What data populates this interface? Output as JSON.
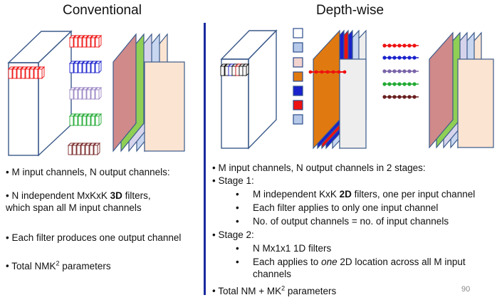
{
  "left": {
    "title": "Conventional",
    "bullets": [
      {
        "text": "M input channels, N output channels:"
      },
      {
        "line1_pre": "N independent MxKxK ",
        "line1_bold": "3D",
        "line1_post": " filters,",
        "line2": "which span all M input channels"
      },
      {
        "text": "Each filter produces one output channel"
      },
      {
        "pre": "Total  NMK",
        "sup": "2",
        "post": " parameters"
      }
    ]
  },
  "right": {
    "title": "Depth-wise",
    "bullet1": "M input channels, N output channels in 2 stages:",
    "stage1": {
      "label": "Stage 1:",
      "items": [
        {
          "pre": "M  independent KxK ",
          "bold": "2D",
          "post": " filters, one per input channel"
        },
        {
          "text": "Each filter applies to only one input channel"
        },
        {
          "text": "No. of output channels = no. of input channels"
        }
      ]
    },
    "stage2": {
      "label": "Stage 2:",
      "items": [
        {
          "text": "N   Mx1x1  1D filters"
        },
        {
          "pre": "Each applies to ",
          "em": "one",
          "post": " 2D location across all M input",
          "line2": "channels"
        }
      ]
    },
    "total": {
      "pre": "Total  NM +  MK",
      "sup": "2",
      "post": " parameters"
    }
  },
  "page_number": "90",
  "bullet_glyph": "•",
  "colors": {
    "divider": "#1a2aa0",
    "filter_red": "#ee1111",
    "filter_blue": "#1a22cc",
    "filter_purple": "#9b85c4",
    "filter_green": "#22aa33",
    "filter_brown": "#7a2a2a",
    "layer_pink": "#d08a8a",
    "layer_green": "#8fcf55",
    "layer_lavender": "#d6d4ec",
    "layer_blue": "#c8d6f0",
    "layer_peach": "#fce4d2"
  }
}
